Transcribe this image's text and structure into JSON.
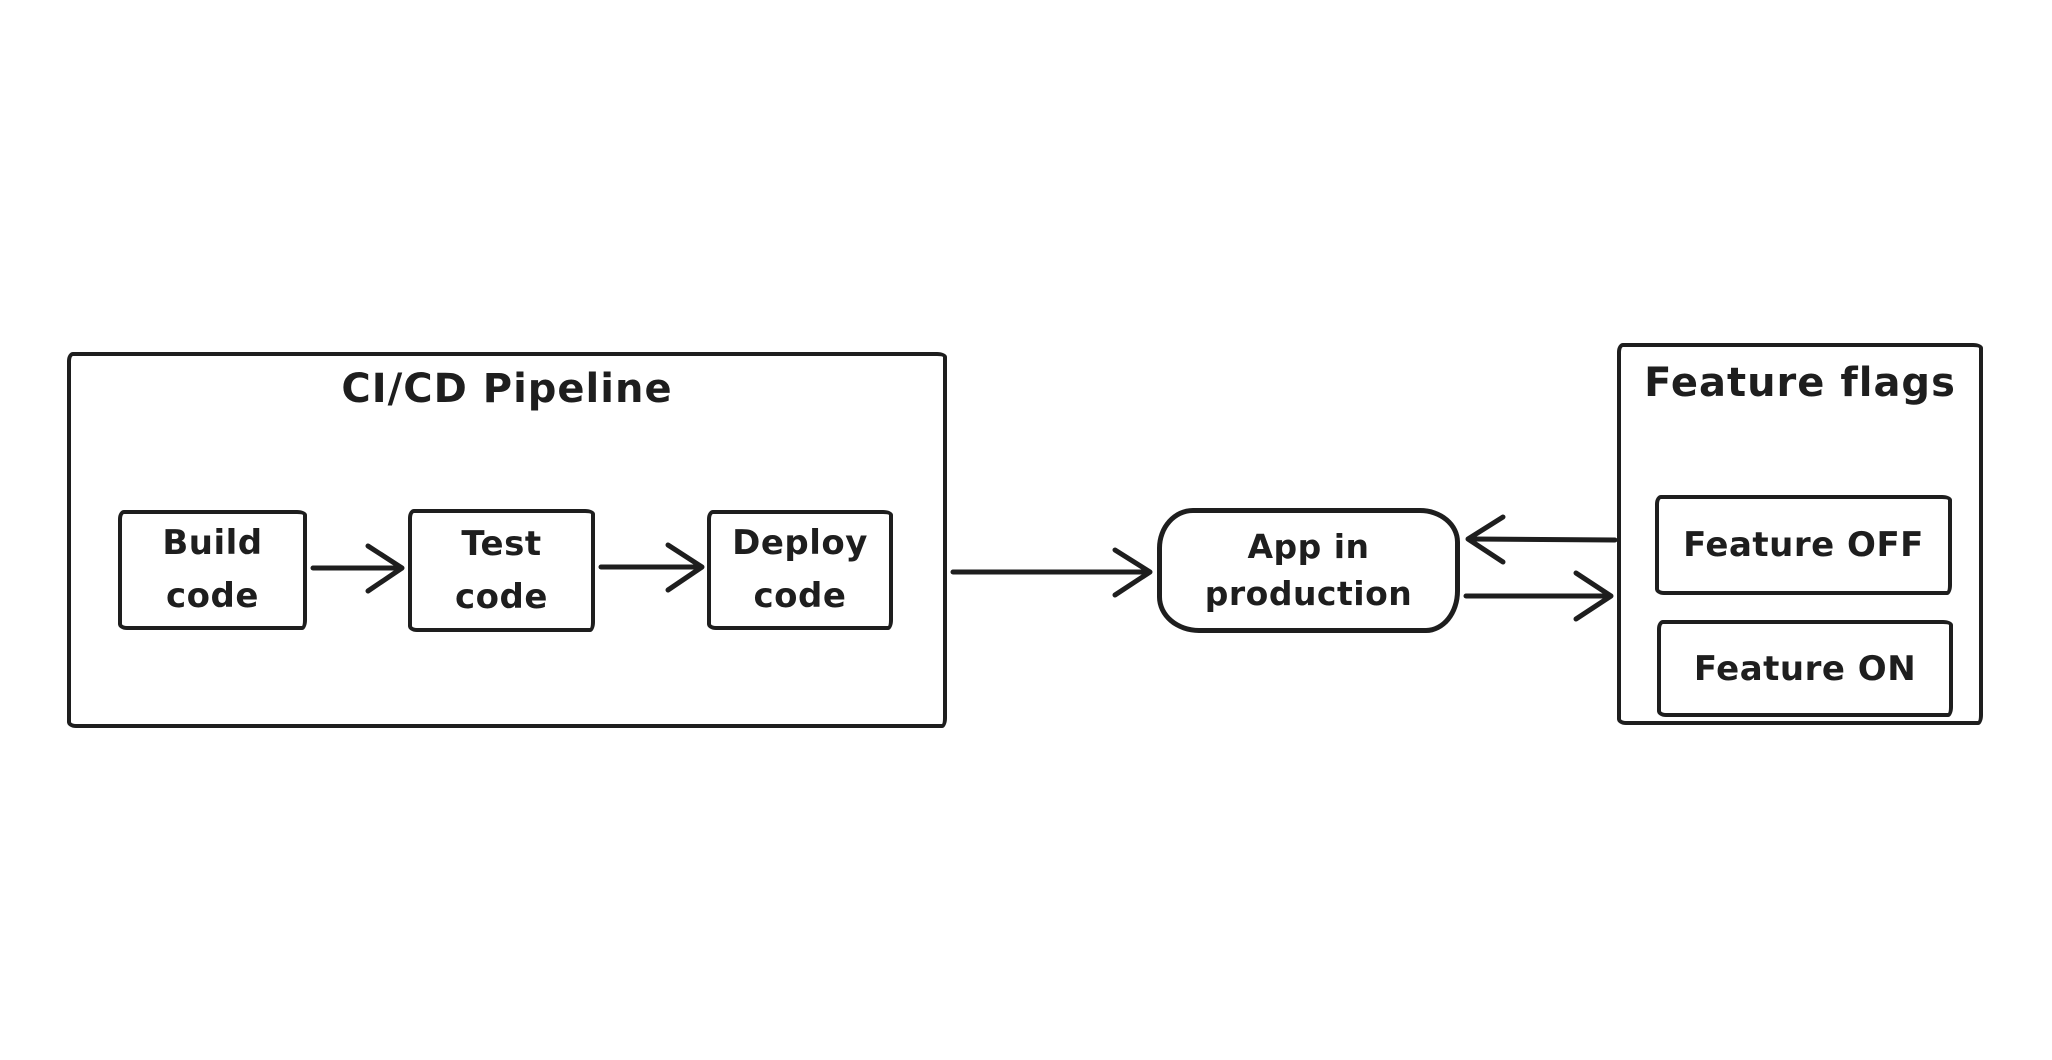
{
  "colors": {
    "stroke": "#1e1e1e",
    "background": "#ffffff"
  },
  "pipeline": {
    "title": "CI/CD Pipeline",
    "steps": [
      {
        "id": "build-code",
        "lines": [
          "Build",
          "code"
        ]
      },
      {
        "id": "test-code",
        "lines": [
          "Test",
          "code"
        ]
      },
      {
        "id": "deploy-code",
        "lines": [
          "Deploy",
          "code"
        ]
      }
    ]
  },
  "app": {
    "lines": [
      "App in",
      "production"
    ]
  },
  "feature_flags": {
    "title": "Feature flags",
    "flags": [
      "Feature OFF",
      "Feature ON"
    ]
  },
  "connections": [
    {
      "from": "build-code",
      "to": "test-code"
    },
    {
      "from": "test-code",
      "to": "deploy-code"
    },
    {
      "from": "ci-cd-pipeline",
      "to": "app-in-production"
    },
    {
      "from": "feature-flags",
      "to": "app-in-production"
    },
    {
      "from": "app-in-production",
      "to": "feature-flags"
    }
  ]
}
